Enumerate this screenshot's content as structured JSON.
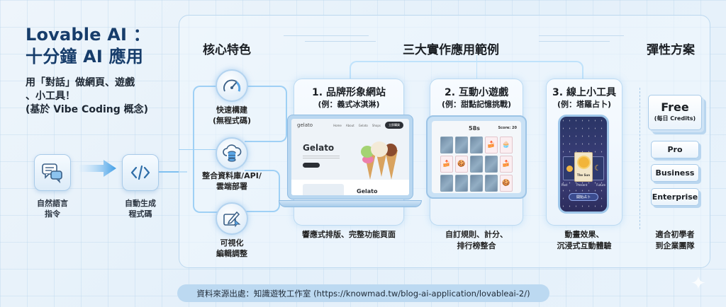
{
  "header": {
    "title_line1": "Lovable AI ：",
    "title_line2": "十分鐘 AI 應用",
    "subtitle_line1": "用「對話」做網頁、遊戲",
    "subtitle_line2": "、小工具！",
    "subtitle_line3": "(基於 Vibe Coding 概念)"
  },
  "flow": {
    "input_label_1": "自然語言",
    "input_label_2": "指令",
    "input_icon": "chat-bubbles-icon",
    "output_label_1": "自動生成",
    "output_label_2": "程式碼",
    "output_icon": "code-brackets-icon"
  },
  "features": {
    "heading": "核心特色",
    "items": [
      {
        "icon": "speedometer-icon",
        "line1": "快速構建",
        "line2": "(無程式碼)"
      },
      {
        "icon": "cloud-database-icon",
        "line1": "整合資料庫/API/",
        "line2": "雲端部署"
      },
      {
        "icon": "edit-cursor-icon",
        "line1": "可視化",
        "line2": "編輯調整"
      }
    ]
  },
  "examples": {
    "heading": "三大實作應用範例",
    "items": [
      {
        "title": "1. 品牌形象網站",
        "subtitle": "(例：義式冰淇淋)",
        "desc_line1": "響應式排版、完整功能頁面",
        "desc_line2": "",
        "mock": {
          "brand": "gelato",
          "nav_links": [
            "Home",
            "About",
            "Gelato",
            "Shops"
          ],
          "nav_button": "立即購買",
          "hero_title": "Gelato",
          "section_title": "Gelato"
        }
      },
      {
        "title": "2. 互動小遊戲",
        "subtitle": "(例：甜點記憶挑戰)",
        "desc_line1": "自訂規則、計分、",
        "desc_line2": "排行榜整合",
        "mock": {
          "timer": "58s",
          "score": "Score: 20"
        }
      },
      {
        "title": "3. 線上小工具",
        "subtitle": "(例：塔羅占卜)",
        "desc_line1": "動畫效果、",
        "desc_line2": "沉浸式互動體驗",
        "mock": {
          "card_name": "The Sun",
          "labels": [
            "Past",
            "Present",
            "Future"
          ],
          "button": "開始占卜"
        }
      }
    ]
  },
  "plans": {
    "heading": "彈性方案",
    "items": [
      {
        "name": "Free",
        "note": "(每日 Credits)"
      },
      {
        "name": "Pro"
      },
      {
        "name": "Business"
      },
      {
        "name": "Enterprise"
      }
    ],
    "desc_line1": "適合初學者",
    "desc_line2": "到企業團隊"
  },
  "footer": {
    "source": "資料來源出處：知識遊牧工作室 (https://knowmad.tw/blog-ai-application/lovableai-2/)"
  },
  "colors": {
    "title": "#173d6b",
    "accent": "#9fd0f5",
    "panel_border": "#bcd8ef"
  }
}
